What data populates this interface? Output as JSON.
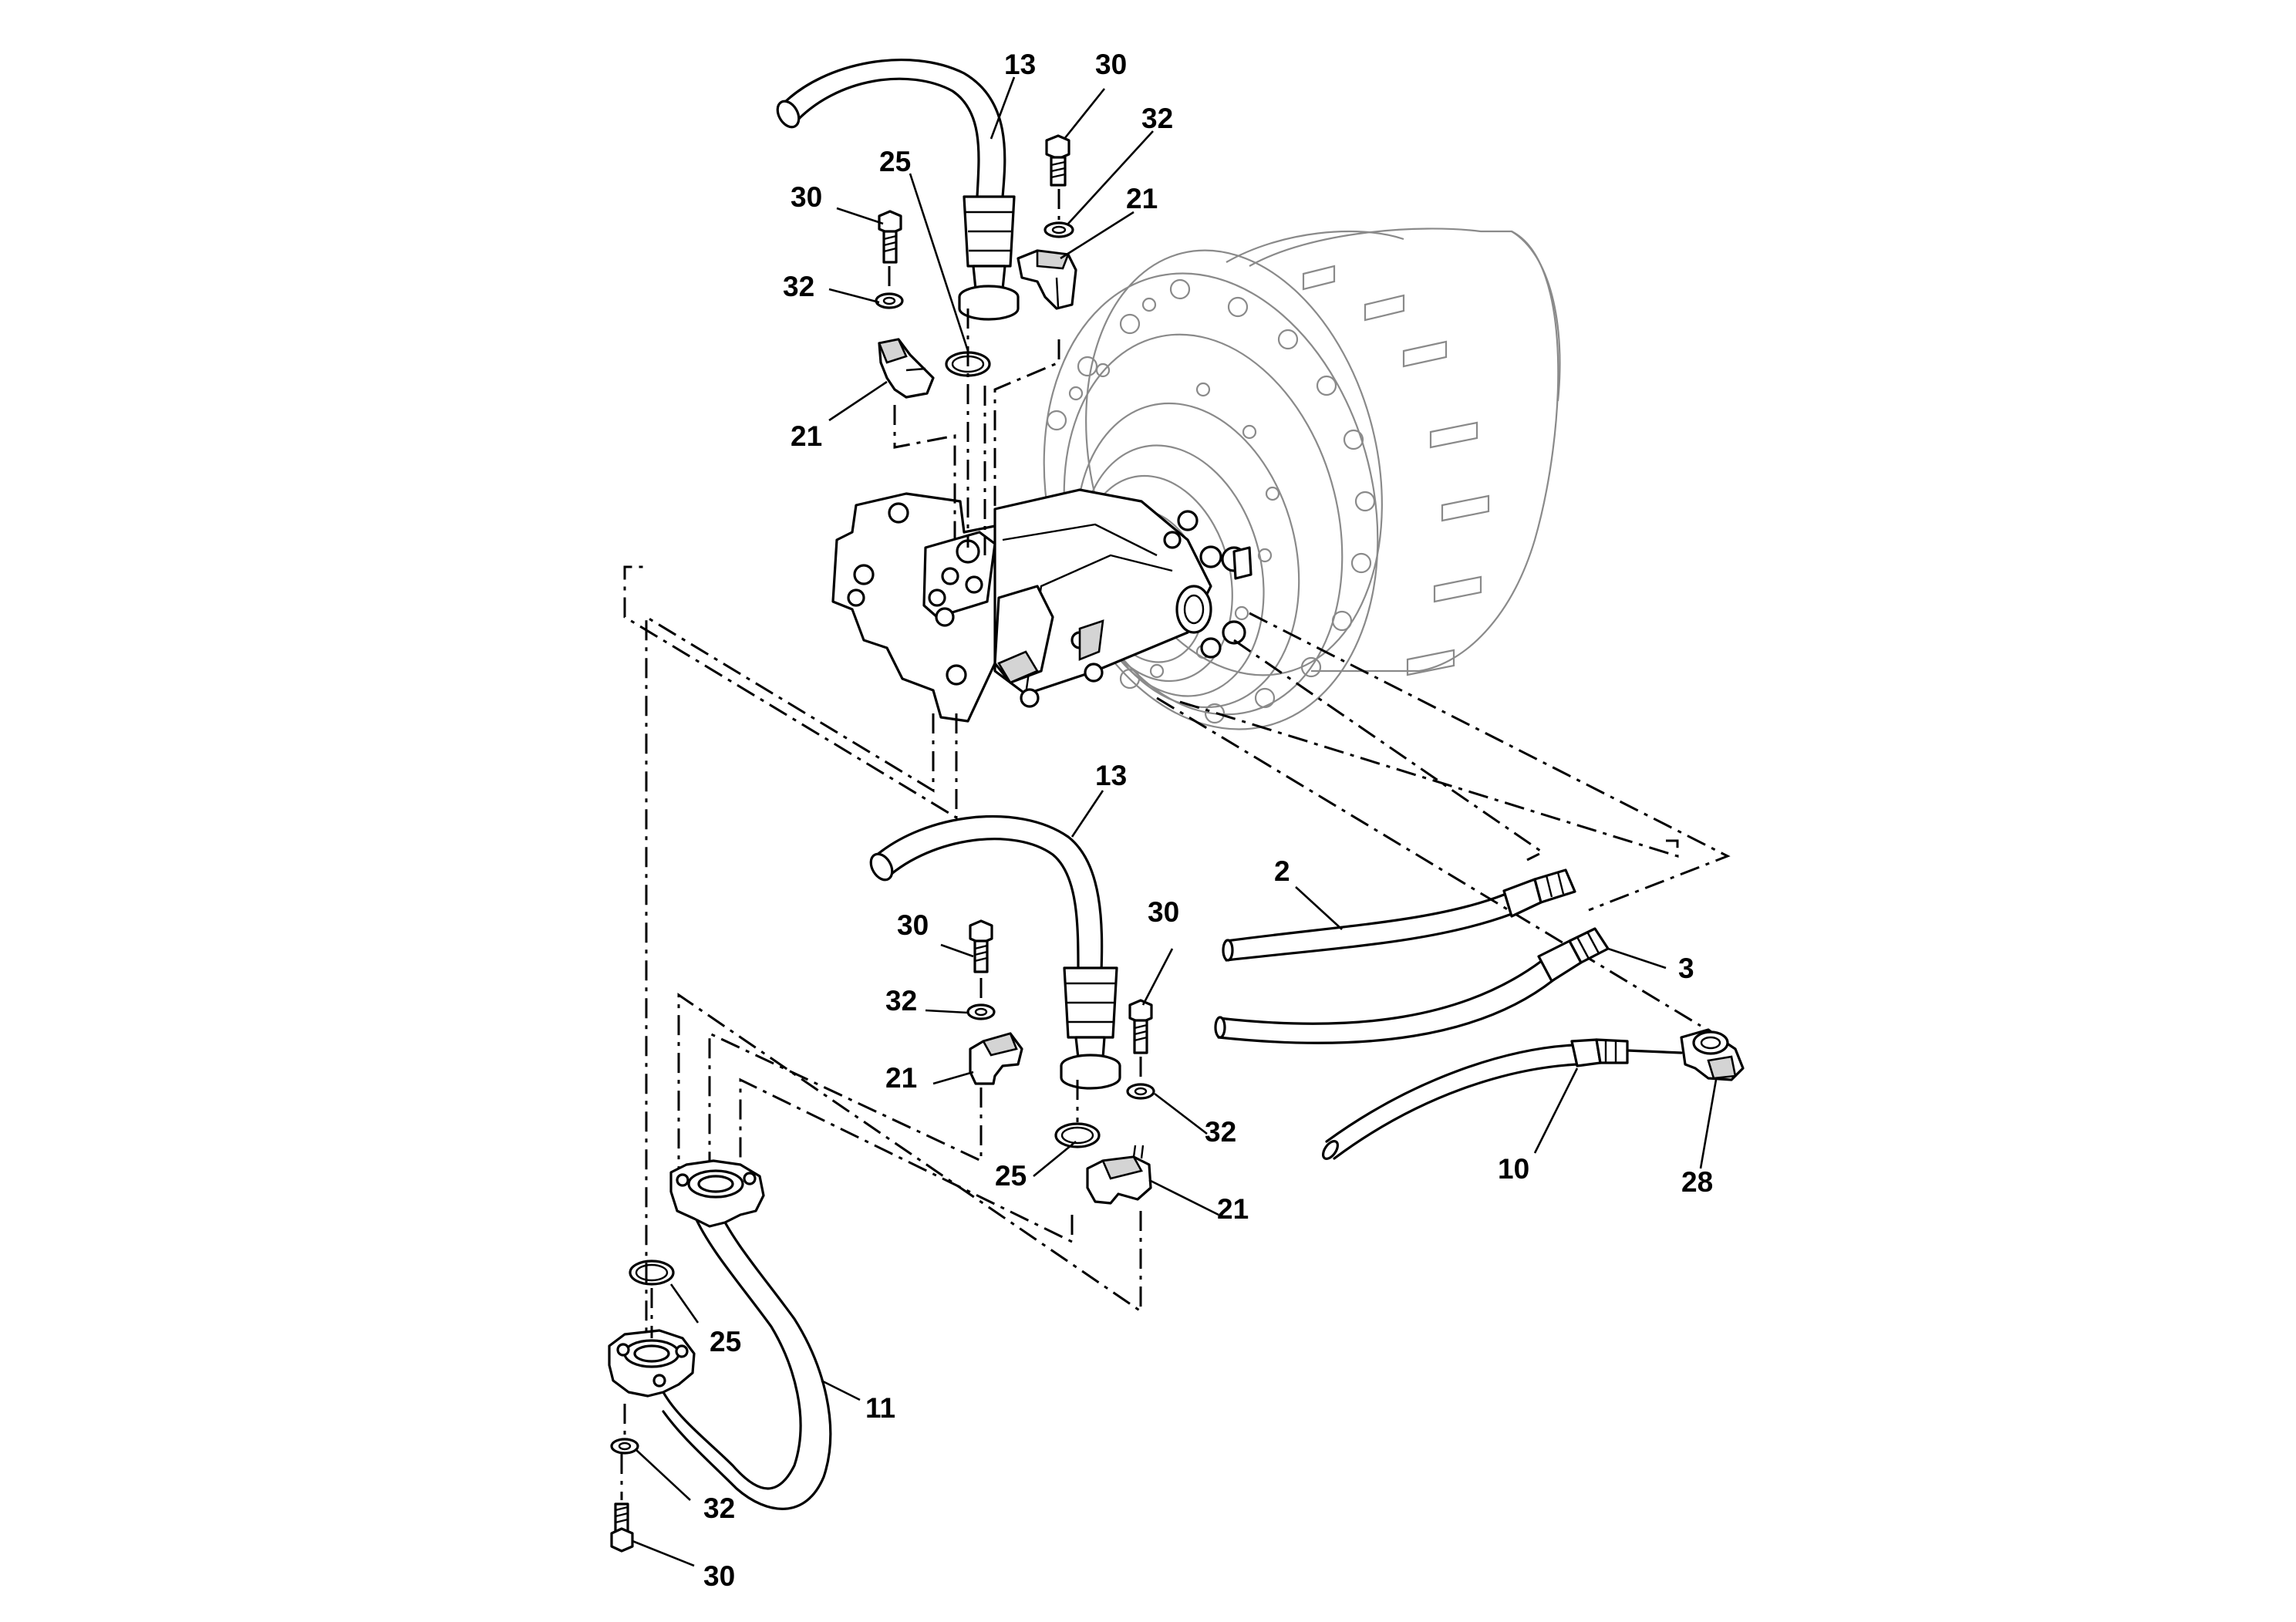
{
  "labels": {
    "l1": "13",
    "l2": "30",
    "l3": "32",
    "l4": "25",
    "l5": "21",
    "l6": "30",
    "l7": "32",
    "l8": "21",
    "l9": "13",
    "l10": "30",
    "l11": "32",
    "l12": "21",
    "l13": "25",
    "l14": "30",
    "l15": "32",
    "l16": "21",
    "l17": "2",
    "l18": "3",
    "l19": "10",
    "l20": "28",
    "l21": "25",
    "l22": "11",
    "l23": "32",
    "l24": "30"
  }
}
